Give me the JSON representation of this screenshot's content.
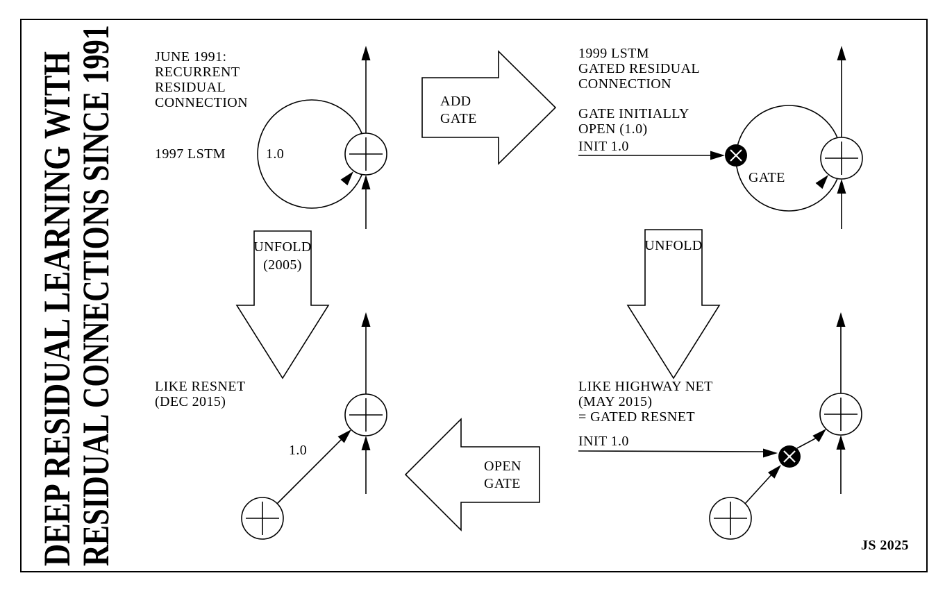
{
  "title": {
    "line1": "DEEP RESIDUAL LEARNING WITH",
    "line2": "RESIDUAL CONNECTIONS SINCE 1991"
  },
  "signature": "JS 2025",
  "panels": {
    "top_left": {
      "heading": [
        "JUNE 1991:",
        "RECURRENT",
        "RESIDUAL",
        "CONNECTION"
      ],
      "model_label": "1997 LSTM",
      "weight_label": "1.0"
    },
    "top_right": {
      "heading": [
        "1999 LSTM",
        "GATED RESIDUAL",
        "CONNECTION"
      ],
      "gate_note": [
        "GATE INITIALLY",
        "OPEN (1.0)"
      ],
      "init_label": "INIT 1.0",
      "gate_label": "GATE"
    },
    "bottom_left": {
      "heading": [
        "LIKE RESNET",
        "(DEC 2015)"
      ],
      "weight_label": "1.0"
    },
    "bottom_right": {
      "heading": [
        "LIKE HIGHWAY NET",
        "(MAY 2015)",
        "= GATED RESNET"
      ],
      "init_label": "INIT 1.0"
    }
  },
  "transitions": {
    "add_gate": {
      "lines": [
        "ADD",
        "GATE"
      ]
    },
    "unfold_2005": {
      "lines": [
        "UNFOLD",
        "(2005)"
      ]
    },
    "unfold": {
      "lines": [
        "UNFOLD"
      ]
    },
    "open_gate": {
      "lines": [
        "OPEN",
        "GATE"
      ]
    }
  }
}
